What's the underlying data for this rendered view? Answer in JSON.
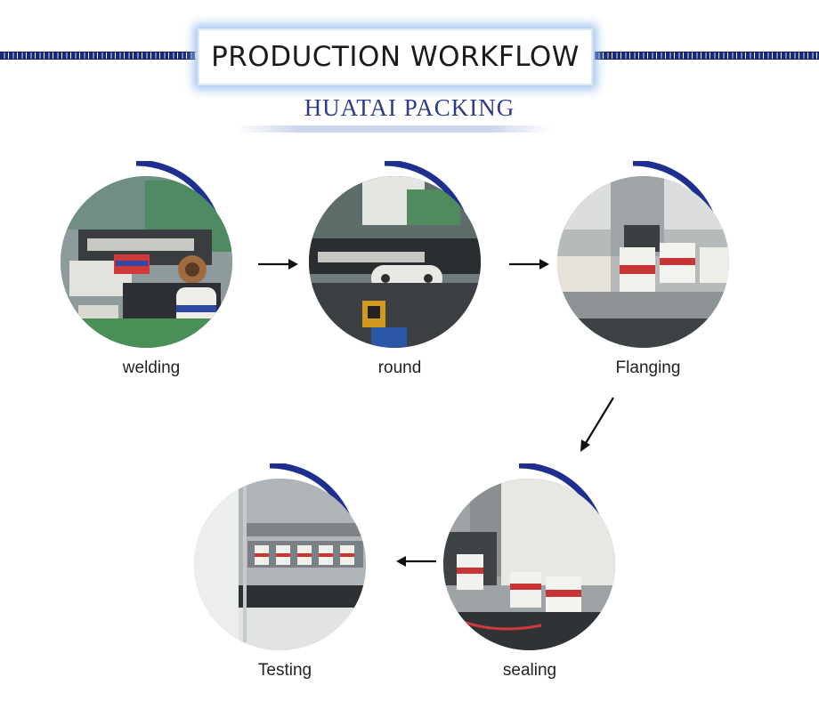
{
  "header": {
    "title": "PRODUCTION WORKFLOW",
    "subtitle": "HUATAI PACKING"
  },
  "colors": {
    "accent": "#1f2f8f",
    "rule": "#1a2a7a",
    "title_glow": "#9cc2ec",
    "subtitle": "#2f3a8a"
  },
  "steps": [
    {
      "label": "welding",
      "icon": "welding-machine-photo"
    },
    {
      "label": "round",
      "icon": "rounding-machine-photo"
    },
    {
      "label": "Flanging",
      "icon": "flanging-machine-photo"
    },
    {
      "label": "sealing",
      "icon": "sealing-machine-photo"
    },
    {
      "label": "Testing",
      "icon": "testing-machine-photo"
    }
  ]
}
